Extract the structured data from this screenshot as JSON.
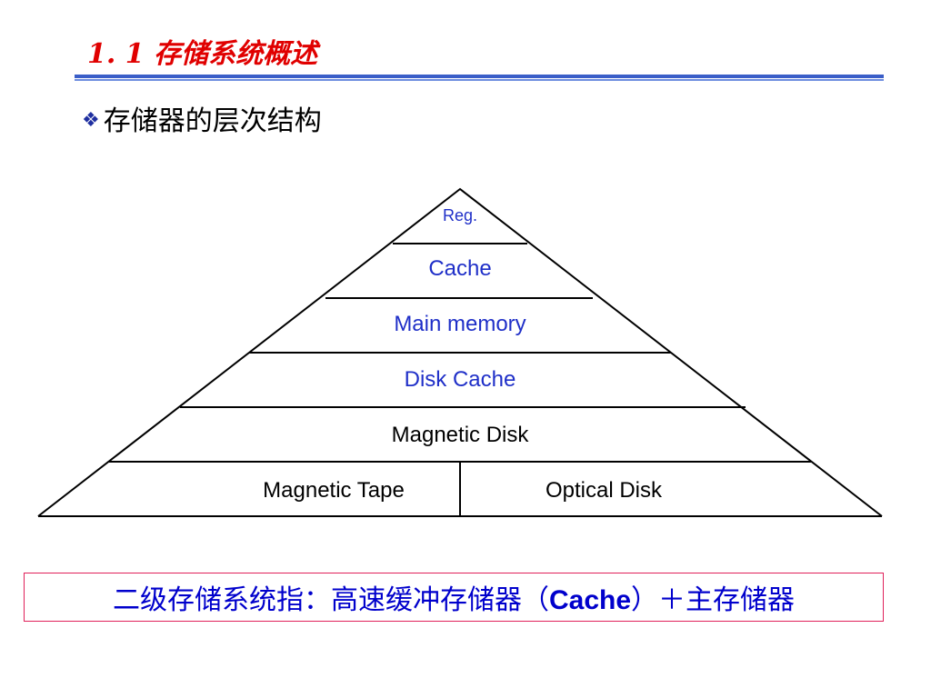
{
  "slide": {
    "title": "1. 1  存储系统概述",
    "bullet_symbol": "❖",
    "bullet_text": "存储器的层次结构",
    "accent_color": "#e00000",
    "rule_color": "#3a5ec8"
  },
  "pyramid": {
    "levels": [
      {
        "label": "Reg.",
        "color": "#1f2fc8"
      },
      {
        "label": "Cache",
        "color": "#1f2fc8"
      },
      {
        "label": "Main memory",
        "color": "#1f2fc8"
      },
      {
        "label": "Disk Cache",
        "color": "#1f2fc8"
      },
      {
        "label": "Magnetic Disk",
        "color": "#000000"
      }
    ],
    "base_left": "Magnetic Tape",
    "base_right": "Optical Disk"
  },
  "summary": {
    "prefix": "二级存储系统指：高速缓冲存储器（",
    "cache": "Cache",
    "suffix": "）＋主存储器",
    "color": "#0000cc",
    "border_color": "#e0205a"
  }
}
